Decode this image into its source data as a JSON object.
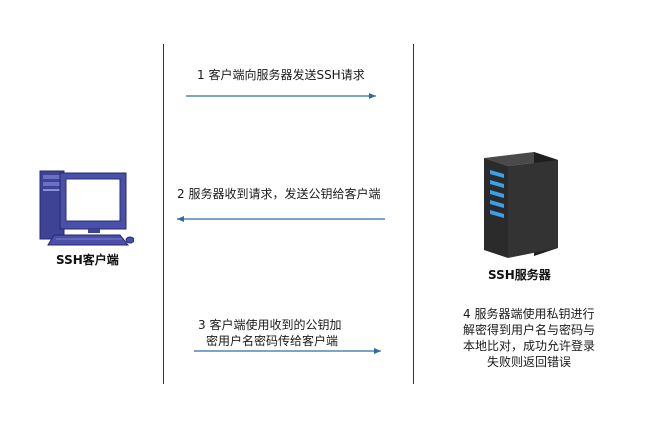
{
  "nodes": {
    "client": {
      "label": "SSH客户端",
      "icon": "desktop-computer-icon"
    },
    "server": {
      "label": "SSH服务器",
      "icon": "server-tower-icon"
    }
  },
  "steps": [
    {
      "text": "1  客户端向服务器发送SSH请求",
      "direction": "client-to-server"
    },
    {
      "text": "2  服务器收到请求，发送公钥给客户端",
      "direction": "server-to-client"
    },
    {
      "lines": [
        "3  客户端使用收到的公钥加",
        "密用户名密码传给客户端"
      ],
      "direction": "client-to-server"
    },
    {
      "lines": [
        "4  服务器端使用私钥进行",
        "解密得到用户名与密码与",
        "本地比对，成功允许登录",
        "失败则返回错误"
      ]
    }
  ],
  "colors": {
    "arrow": "#2e6da4",
    "lifeline": "#333333",
    "server_body": "#2b2b2b",
    "server_led": "#3aa0e8",
    "client_body": "#4a4fa8"
  }
}
